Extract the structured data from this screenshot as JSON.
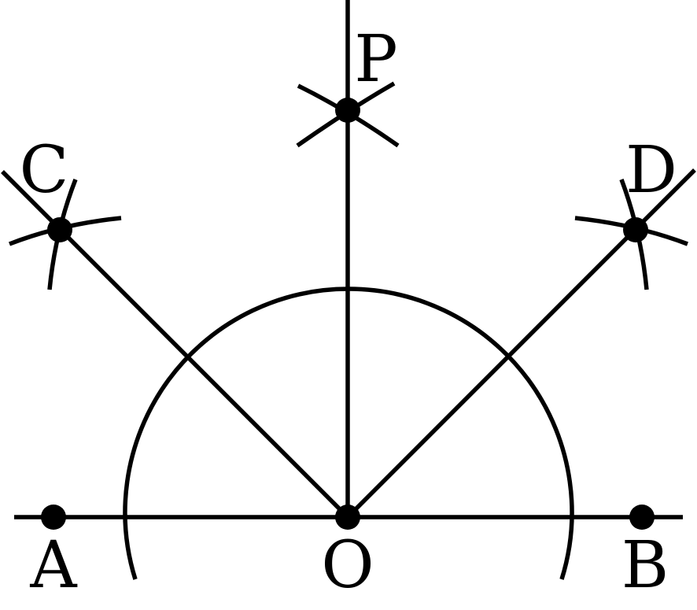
{
  "diagram": {
    "labels": {
      "A": "A",
      "B": "B",
      "O": "O",
      "P": "P",
      "C": "C",
      "D": "D"
    }
  }
}
